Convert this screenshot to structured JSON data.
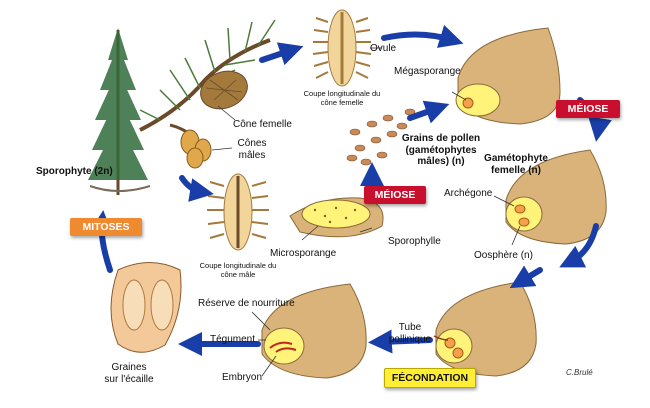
{
  "labels": {
    "ovule": "Ovule",
    "coupe_femelle": "Coupe longitudinale du cône femelle",
    "megasporange": "Mégasporange",
    "cone_femelle": "Cône femelle",
    "cones_males": "Cônes mâles",
    "grains_pollen": "Grains de pollen (gamétophytes mâles) (n)",
    "gametophyte_femelle": "Gamétophyte femelle (n)",
    "sporophyte": "Sporophyte (2n)",
    "archegone": "Archégone",
    "sporophylle": "Sporophylle",
    "microsporange": "Microsporange",
    "coupe_male": "Coupe longitudinale du cône mâle",
    "oosphere": "Oosphère (n)",
    "reserve": "Réserve de nourriture",
    "tegument": "Tégument",
    "tube_pollinique": "Tube pollinique",
    "graines": "Graines sur l'écaille",
    "embryon": "Embryon"
  },
  "badges": {
    "meiose_right": "MÉIOSE",
    "meiose_center": "MÉIOSE",
    "mitoses": "MITOSES",
    "fecondation": "FÉCONDATION"
  },
  "colors": {
    "arrow": "#1a3ea8",
    "ovule_tan": "#d9b37a",
    "ovule_outline": "#8a6a3a",
    "yellow_fill": "#fff37a",
    "red_badge": "#c8102e",
    "orange_badge": "#f08a30",
    "yellow_badge": "#ffee33",
    "cone_brown": "#a37a3c",
    "tree_green": "#2f6b3a"
  },
  "signature": "C.Brulé"
}
